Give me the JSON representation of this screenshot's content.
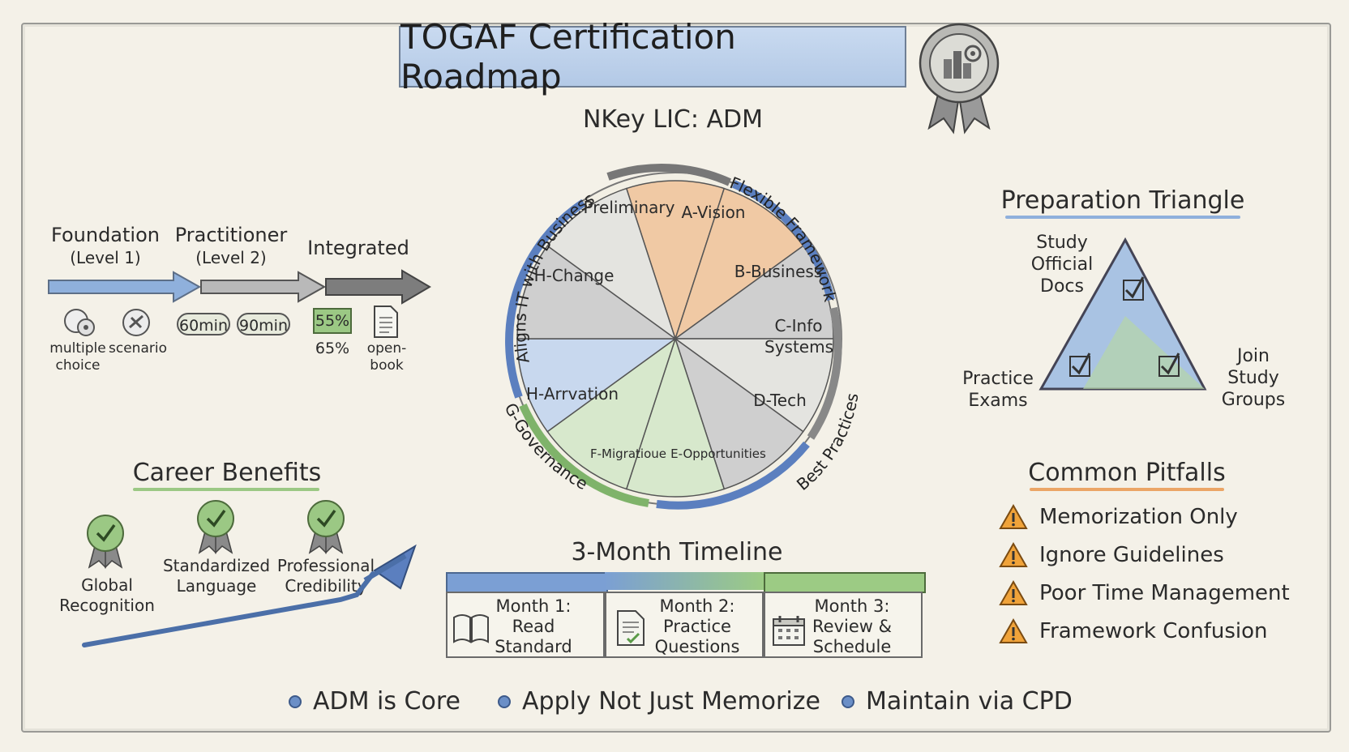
{
  "title": "TOGAF Certification Roadmap",
  "levels": [
    {
      "name": "Foundation",
      "sub": "(Level 1)"
    },
    {
      "name": "Practitioner",
      "sub": "(Level 2)"
    },
    {
      "name": "Integrated",
      "sub": ""
    }
  ],
  "exam_details": {
    "multiple_choice": "multiple choice",
    "scenario": "scenario",
    "time_1": "60min",
    "time_2": "90min",
    "pass_badge": "55%",
    "pass_text": "65%",
    "open_book": "open- book"
  },
  "adm": {
    "title": "NKey LIC: ADM",
    "phases": [
      "Preliminary",
      "A-Vision",
      "B-Business",
      "C-Info Systems",
      "D-Tech",
      "E-Opportunities",
      "F-Migratioue",
      "H-Arrvation",
      "H-Change"
    ],
    "ring_labels": [
      "Aligns IT with Business",
      "Flexible Framework",
      "Best Practices",
      "G-Governance"
    ]
  },
  "preparation": {
    "title": "Preparation Triangle",
    "top": "Study Official Docs",
    "left": "Practice Exams",
    "right": "Join Study Groups"
  },
  "pitfalls": {
    "title": "Common Pitfalls",
    "items": [
      "Memorization Only",
      "Ignore Guidelines",
      "Poor Time Management",
      "Framework Confusion"
    ]
  },
  "career": {
    "title": "Career Benefits",
    "items": [
      "Global Recognition",
      "Standardized Language",
      "Professional Credibility"
    ]
  },
  "timeline": {
    "title": "3-Month Timeline",
    "months": [
      "Month 1: Read Standard",
      "Month 2: Practice Questions",
      "Month 3: Review & Schedule"
    ]
  },
  "bottom": [
    "ADM is Core",
    "Apply Not Just Memorize",
    "Maintain via CPD"
  ],
  "colors": {
    "blue": "#6b8fc7",
    "orange": "#e8a86e",
    "green": "#7fb36a",
    "gray": "#8a8a8a",
    "warning": "#f0a33a"
  }
}
